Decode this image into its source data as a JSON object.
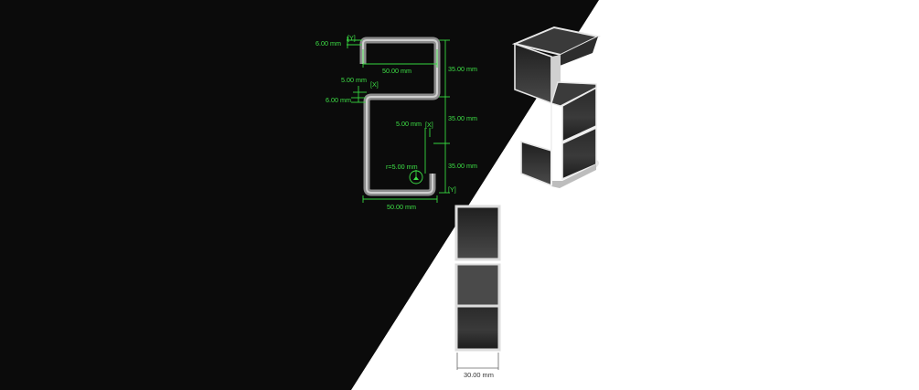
{
  "colors": {
    "background_dark": "#0b0b0b",
    "background_light": "#ffffff",
    "dimension_green": "#3de046",
    "profile_gray": "#8d8d8d"
  },
  "drawing": {
    "dimensions": {
      "top_flange_thickness": "6.00 mm",
      "top_flange_width": "50.00 mm",
      "upper_height": "35.00 mm",
      "lip_offset": "5.00 mm",
      "mid_thickness": "6.00 mm",
      "middle_height": "35.00 mm",
      "inner_lip": "5.00 mm",
      "lower_height": "35.00 mm",
      "bend_radius": "r=5.00 mm",
      "bottom_width": "50.00 mm",
      "depth": "30.00 mm"
    },
    "axis_tags": {
      "top": "[Y]",
      "mid": "[X]",
      "inner": "[X]",
      "bottom": "[Y]"
    }
  }
}
